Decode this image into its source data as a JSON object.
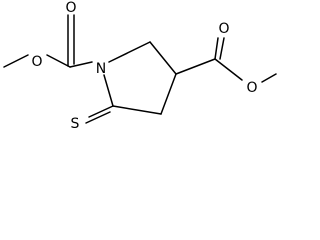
{
  "structure": {
    "atoms": {
      "o_carbonyl_1": "O",
      "o_ester_1": "O",
      "n_ring": "N",
      "s_thione": "S",
      "o_carbonyl_2": "O",
      "o_ester_2": "O"
    }
  },
  "colors": {
    "bond": "#000000",
    "background": "#ffffff",
    "text": "#000000"
  }
}
